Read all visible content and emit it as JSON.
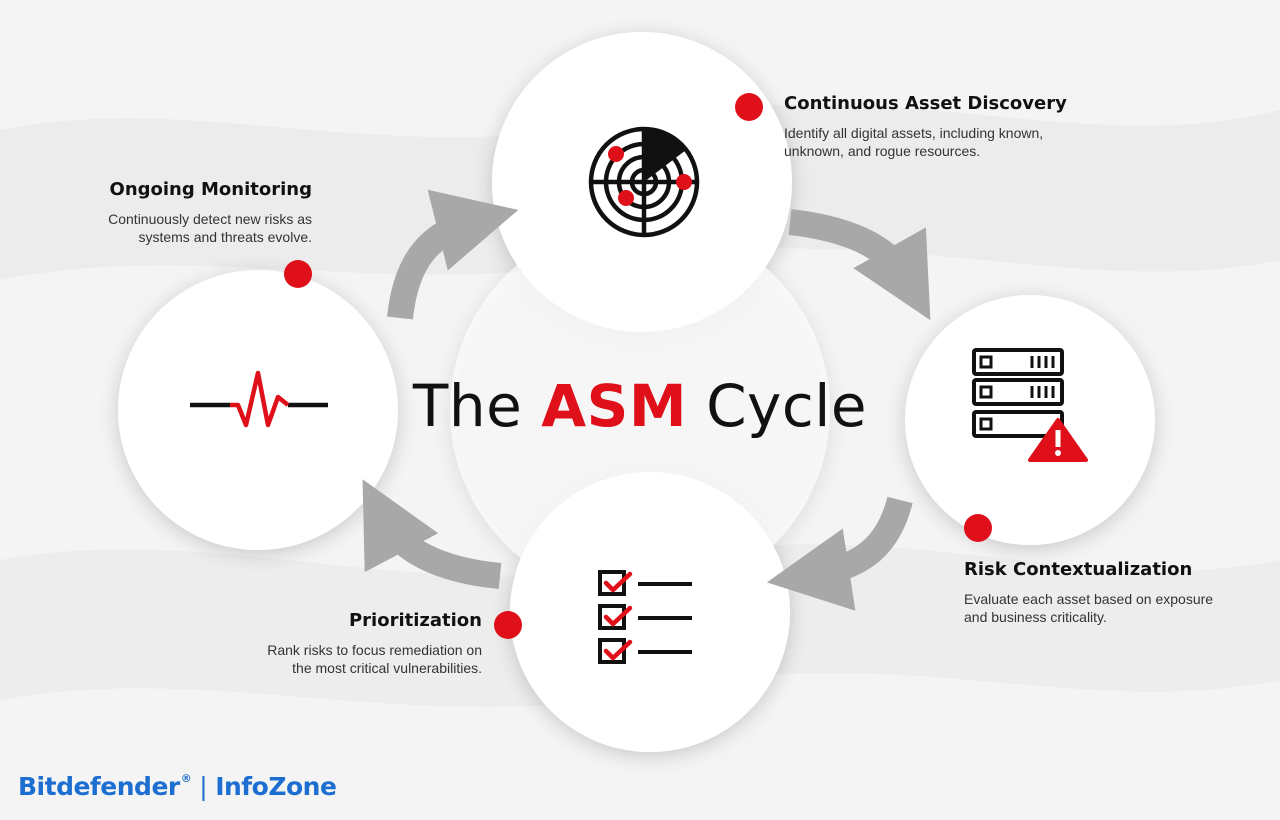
{
  "title": {
    "prefix": "The",
    "accent": "ASM",
    "suffix": "Cycle"
  },
  "steps": [
    {
      "title": "Continuous Asset Discovery",
      "description": "Identify all digital assets, including known,\nunknown, and rogue resources.",
      "icon": "radar-icon"
    },
    {
      "title": "Risk Contextualization",
      "description": "Evaluate each asset based on exposure\nand business criticality.",
      "icon": "server-warning-icon"
    },
    {
      "title": "Prioritization",
      "description": "Rank risks to focus remediation on\nthe most critical vulnerabilities.",
      "icon": "checklist-icon"
    },
    {
      "title": "Ongoing Monitoring",
      "description": "Continuously detect new risks as\nsystems and threats evolve.",
      "icon": "heartbeat-icon"
    }
  ],
  "brand": {
    "name": "Bitdefender",
    "registered": "®",
    "separator": "|",
    "section": "InfoZone"
  },
  "colors": {
    "accent": "#e0101a",
    "ink": "#111111",
    "arrow": "#a8a8a8",
    "brand": "#1c6fd0",
    "gear": "#ffffff"
  }
}
